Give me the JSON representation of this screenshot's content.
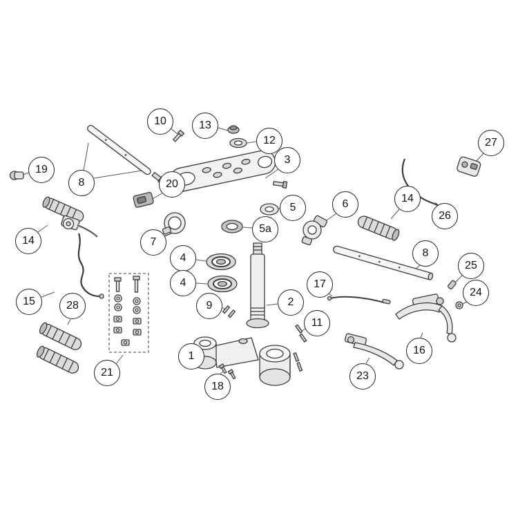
{
  "diagram": {
    "type": "exploded-parts-diagram",
    "background_color": "#ffffff",
    "line_color": "#3a3a3a",
    "callout_border_color": "#222222",
    "callouts": [
      {
        "label": "10"
      },
      {
        "label": "13"
      },
      {
        "label": "12"
      },
      {
        "label": "3"
      },
      {
        "label": "27"
      },
      {
        "label": "19"
      },
      {
        "label": "8"
      },
      {
        "label": "20"
      },
      {
        "label": "5"
      },
      {
        "label": "6"
      },
      {
        "label": "14"
      },
      {
        "label": "26"
      },
      {
        "label": "5a"
      },
      {
        "label": "7"
      },
      {
        "label": "14"
      },
      {
        "label": "4"
      },
      {
        "label": "4"
      },
      {
        "label": "8"
      },
      {
        "label": "25"
      },
      {
        "label": "17"
      },
      {
        "label": "24"
      },
      {
        "label": "2"
      },
      {
        "label": "15"
      },
      {
        "label": "9"
      },
      {
        "label": "28"
      },
      {
        "label": "11"
      },
      {
        "label": "16"
      },
      {
        "label": "1"
      },
      {
        "label": "23"
      },
      {
        "label": "21"
      },
      {
        "label": "18"
      }
    ]
  }
}
